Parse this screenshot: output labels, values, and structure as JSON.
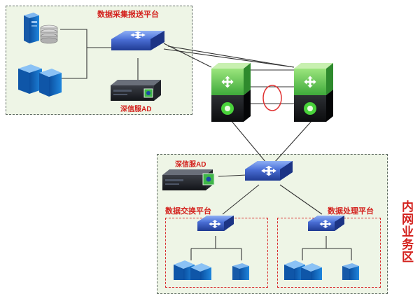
{
  "zones": {
    "data_collection": {
      "title": "数据采集报送平台",
      "device_label": "深信服AD"
    },
    "internal": {
      "side_label": "内网业务区",
      "device_label": "深信服AD",
      "exchange_title": "数据交换平台",
      "processing_title": "数据处理平台"
    }
  },
  "colors": {
    "zone_fill": "#eef5e6",
    "zone_border": "#5f6b62",
    "sub_zone_border": "#d92c2c",
    "label_red": "#d3201c",
    "switch_blue": "#2f4fb0",
    "core_green": "#4bbf4a",
    "line": "#333333",
    "ring": "#e03030"
  },
  "icons": [
    "server-tower-icon",
    "database-icon",
    "blade-server-icon",
    "router-switch-icon",
    "ad-appliance-icon",
    "core-switch-icon",
    "ring-link-icon"
  ]
}
